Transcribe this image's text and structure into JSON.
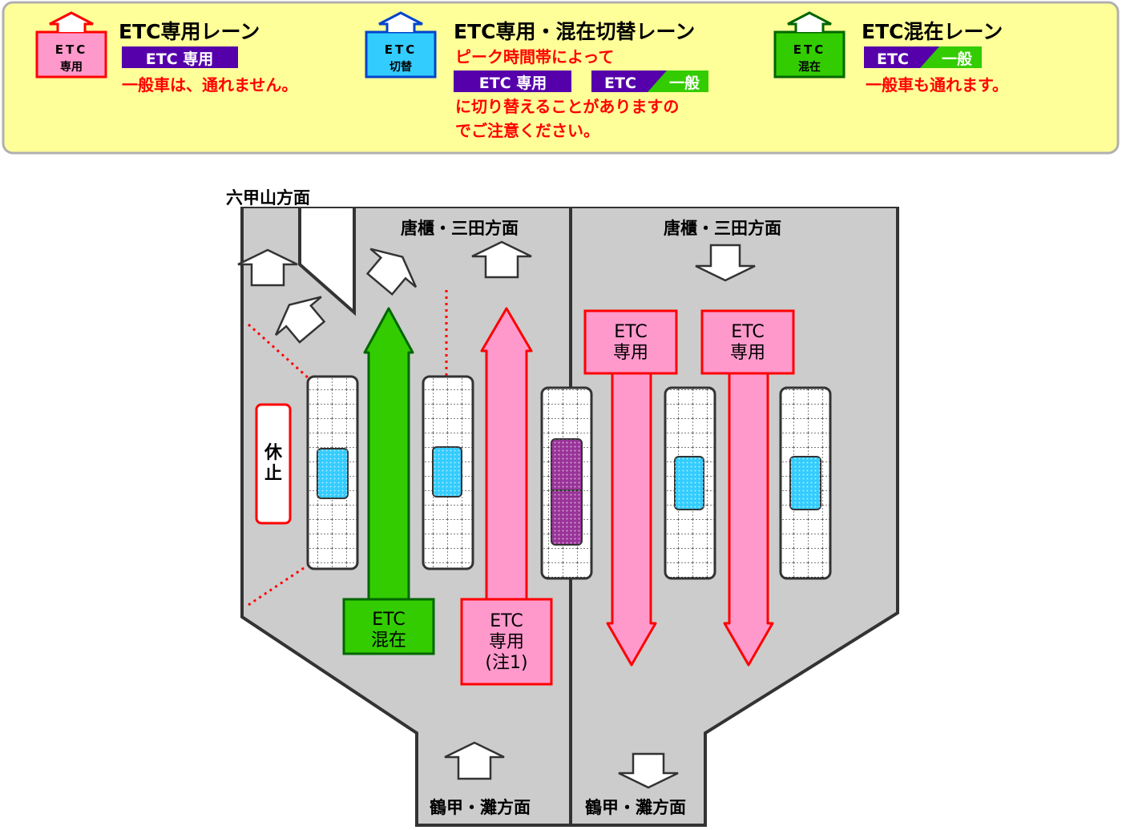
{
  "legend": {
    "dedicated": {
      "icon_line1": "ETC",
      "icon_line2": "専用",
      "title": "ETC専用レーン",
      "badge": "ETC 専用",
      "note": "一般車は、通れません。"
    },
    "switch": {
      "icon_line1": "ETC",
      "icon_line2": "切替",
      "title": "ETC専用・混在切替レーン",
      "note_line1": "ピーク時間帯によって",
      "badge_dedicated": "ETC 専用",
      "badge_mixed_left": "ETC",
      "badge_mixed_right": "一般",
      "note_line2": "に切り替えることがありますの",
      "note_line3": "でご注意ください。"
    },
    "mixed": {
      "icon_line1": "ETC",
      "icon_line2": "混在",
      "title": "ETC混在レーン",
      "badge_left": "ETC",
      "badge_right": "一般",
      "note": "一般車も通れます。"
    }
  },
  "map": {
    "dir_rokko": "六甲山方面",
    "dir_karato_left": "唐櫃・三田方面",
    "dir_karato_right": "唐櫃・三田方面",
    "dir_tsurukabuto_left": "鶴甲・灘方面",
    "dir_tsurukabuto_right": "鶴甲・灘方面",
    "closed_line1": "休",
    "closed_line2": "止",
    "lane_mixed_line1": "ETC",
    "lane_mixed_line2": "混在",
    "lane_dedicated_note_line1": "ETC",
    "lane_dedicated_note_line2": "専用",
    "lane_dedicated_note_line3": "(注1)",
    "lane_out1_line1": "ETC",
    "lane_out1_line2": "専用",
    "lane_out2_line1": "ETC",
    "lane_out2_line2": "専用"
  },
  "colors": {
    "legend_bg": "#ffff99",
    "road": "#cccccc",
    "pink": "#ff99cc",
    "red": "#ff0000",
    "green": "#33cc00",
    "purple": "#5500aa",
    "cyan": "#33ccff",
    "booth_purple": "#993399"
  }
}
